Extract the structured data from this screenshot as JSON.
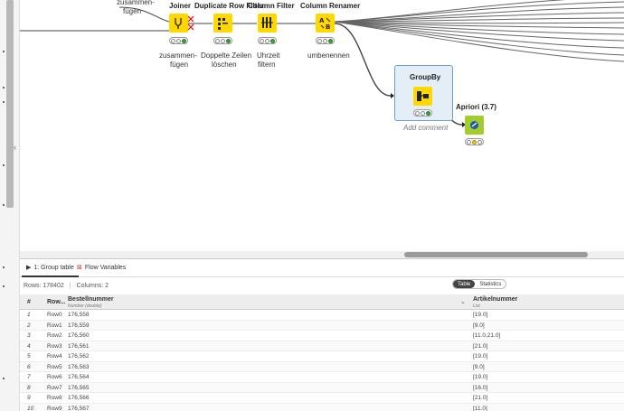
{
  "workflow": {
    "nodes": {
      "joiner": {
        "title": "Joiner",
        "label_line1": "zusammen-",
        "label_line2": "fügen"
      },
      "duplicate": {
        "title": "Duplicate Row Filter",
        "label_line1": "Doppelte Zeilen",
        "label_line2": "löschen"
      },
      "column_filter": {
        "title": "Column Filter",
        "label_line1": "Uhrzeit",
        "label_line2": "filtern"
      },
      "column_renamer": {
        "title": "Column Renamer",
        "label_line1": "umbenennen"
      },
      "groupby": {
        "title": "GroupBy",
        "comment": "Add comment"
      },
      "apriori": {
        "title": "Apriori (3.7)"
      },
      "upstream_label_line1": "zusammen-",
      "upstream_label_line2": "fügen"
    },
    "colors": {
      "node_yellow": "#ffd800",
      "apriori_green": "#a4cc2c",
      "status_green": "#3aa03a"
    }
  },
  "panel": {
    "tabs": [
      {
        "label": "1: Group table",
        "icon": "play-icon"
      },
      {
        "label": "Flow Variables",
        "icon": "flow-variables-icon"
      }
    ],
    "rows_info": "Rows: 178402",
    "columns_info": "Columns: 2",
    "toggle": {
      "table": "Table",
      "statistics": "Statistics"
    },
    "table": {
      "headers": {
        "num": "#",
        "row": "Row...",
        "bestellnummer": "Bestellnummer",
        "bestellnummer_type": "Number (double)",
        "artikelnummer": "Artikelnummer",
        "artikelnummer_type": "List"
      },
      "rows": [
        {
          "num": "1",
          "row": "Row0",
          "bn": "176,558",
          "an": "[19.0]"
        },
        {
          "num": "2",
          "row": "Row1",
          "bn": "176,559",
          "an": "[9.0]"
        },
        {
          "num": "3",
          "row": "Row2",
          "bn": "176,560",
          "an": "[11.0,21.0]"
        },
        {
          "num": "4",
          "row": "Row3",
          "bn": "176,561",
          "an": "[21.0]"
        },
        {
          "num": "5",
          "row": "Row4",
          "bn": "176,562",
          "an": "[19.0]"
        },
        {
          "num": "6",
          "row": "Row5",
          "bn": "176,563",
          "an": "[9.0]"
        },
        {
          "num": "7",
          "row": "Row6",
          "bn": "176,564",
          "an": "[19.0]"
        },
        {
          "num": "8",
          "row": "Row7",
          "bn": "176,565",
          "an": "[16.0]"
        },
        {
          "num": "9",
          "row": "Row8",
          "bn": "176,566",
          "an": "[21.0]"
        },
        {
          "num": "10",
          "row": "Row9",
          "bn": "176,567",
          "an": "[11.0]"
        }
      ]
    }
  }
}
